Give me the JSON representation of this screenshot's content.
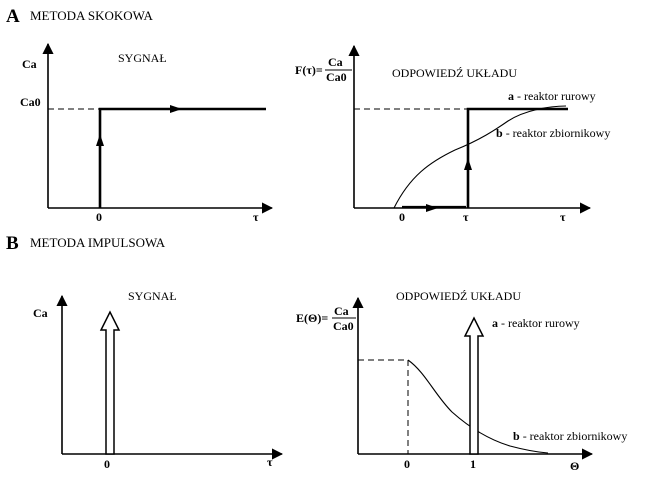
{
  "section_a": {
    "letter": "A",
    "title": "METODA SKOKOWA",
    "signal_title": "SYGNAŁ",
    "response_title": "ODPOWIEDŹ UKŁADU",
    "signal_y_label": "Ca",
    "signal_level_label": "Ca0",
    "signal_origin_label": "0",
    "signal_x_label": "τ",
    "response_y_label_prefix": "F(τ)=",
    "response_fraction_num": "Ca",
    "response_fraction_den": "Ca0",
    "response_origin_label": "0",
    "response_tau_label": "τ",
    "response_x_label": "τ",
    "curve_a_letter": "a",
    "curve_a_text": " - reaktor rurowy",
    "curve_b_letter": "b",
    "curve_b_text": " - reaktor zbiornikowy"
  },
  "section_b": {
    "letter": "B",
    "title": "METODA IMPULSOWA",
    "signal_title": "SYGNAŁ",
    "response_title": "ODPOWIEDŹ UKŁADU",
    "signal_y_label": "Ca",
    "signal_origin_label": "0",
    "signal_x_label": "τ",
    "response_y_label_prefix": "E(Θ)=",
    "response_fraction_num": "Ca",
    "response_fraction_den": "Ca0",
    "response_origin_label": "0",
    "response_one_label": "1",
    "response_x_label": "Θ",
    "curve_a_letter": "a",
    "curve_a_text": " - reaktor rurowy",
    "curve_b_letter": "b",
    "curve_b_text": " - reaktor zbiornikowy"
  }
}
